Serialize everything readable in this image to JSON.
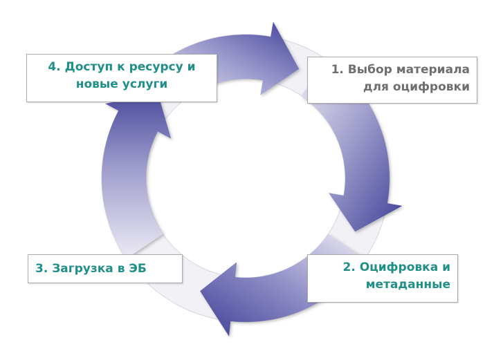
{
  "colors": {
    "teal_label": "#1f8f87",
    "gray_label": "#6e6e6e",
    "arrow_dark": "#3f3f98",
    "arrow_light": "#e6e6f2"
  },
  "steps": [
    {
      "lines": [
        "1. Выбор материала",
        "для оцифровки"
      ],
      "color": "#6e6e6e"
    },
    {
      "lines": [
        "2. Оцифровка и",
        "метаданные"
      ],
      "color": "#1f8f87"
    },
    {
      "lines": [
        "3. Загрузка в ЭБ"
      ],
      "color": "#1f8f87"
    },
    {
      "lines": [
        "4. Доступ к ресурсу и",
        "новые услуги"
      ],
      "color": "#1f8f87"
    }
  ]
}
